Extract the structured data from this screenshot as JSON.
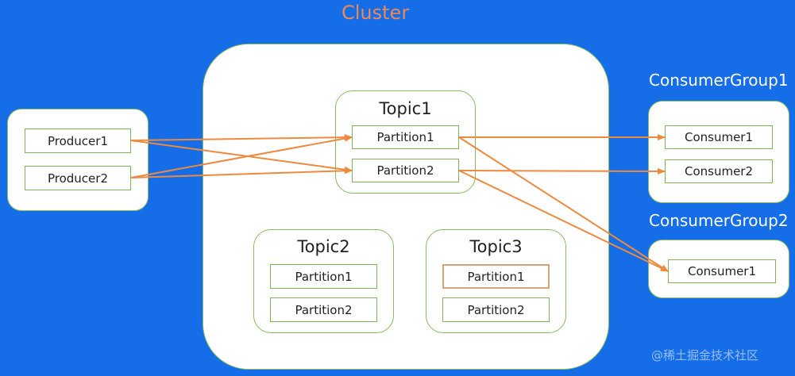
{
  "cluster": {
    "title": "Cluster",
    "topics": [
      {
        "title": "Topic1",
        "partitions": [
          "Partition1",
          "Partition2"
        ]
      },
      {
        "title": "Topic2",
        "partitions": [
          "Partition1",
          "Partition2"
        ]
      },
      {
        "title": "Topic3",
        "partitions": [
          "Partition1",
          "Partition2"
        ]
      }
    ]
  },
  "producers": [
    "Producer1",
    "Producer2"
  ],
  "consumer_groups": [
    {
      "title": "ConsumerGroup1",
      "consumers": [
        "Consumer1",
        "Consumer2"
      ]
    },
    {
      "title": "ConsumerGroup2",
      "consumers": [
        "Consumer1"
      ]
    }
  ],
  "watermark": "@稀土掘金技术社区",
  "colors": {
    "background": "#156ee7",
    "panel": "#ffffff",
    "border": "#7fb556",
    "arrow": "#ee8a3f",
    "cluster_title": "#ec8955"
  }
}
